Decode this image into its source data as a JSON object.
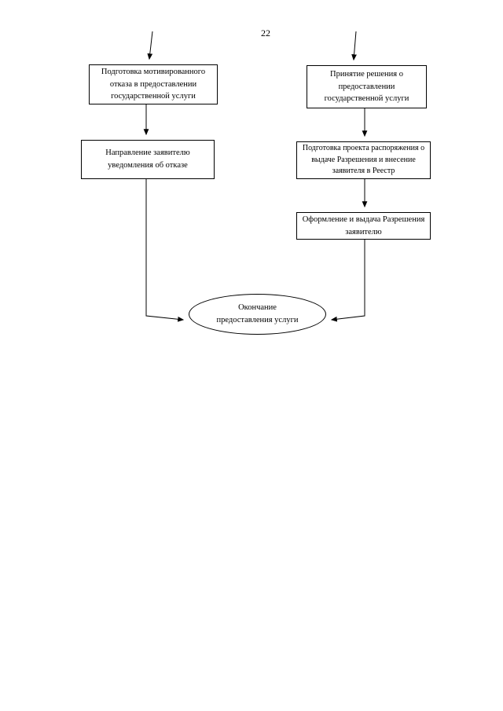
{
  "page": {
    "number": "22"
  },
  "flowchart": {
    "left_column": {
      "box1": "Подготовка мотивированного отказа в предоставлении государственной услуги",
      "box2": "Направление заявителю уведомления об отказе"
    },
    "right_column": {
      "box1": "Принятие решения о предоставлении государственной услуги",
      "box2": "Подготовка проекта распоряжения о выдаче Разрешения и внесение заявителя в Реестр",
      "box3": "Оформление и выдача Разрешения заявителю"
    },
    "terminator": "Окончание предоставления услуги"
  },
  "colors": {
    "line": "#000000",
    "box_border": "#000000",
    "background": "#ffffff"
  }
}
